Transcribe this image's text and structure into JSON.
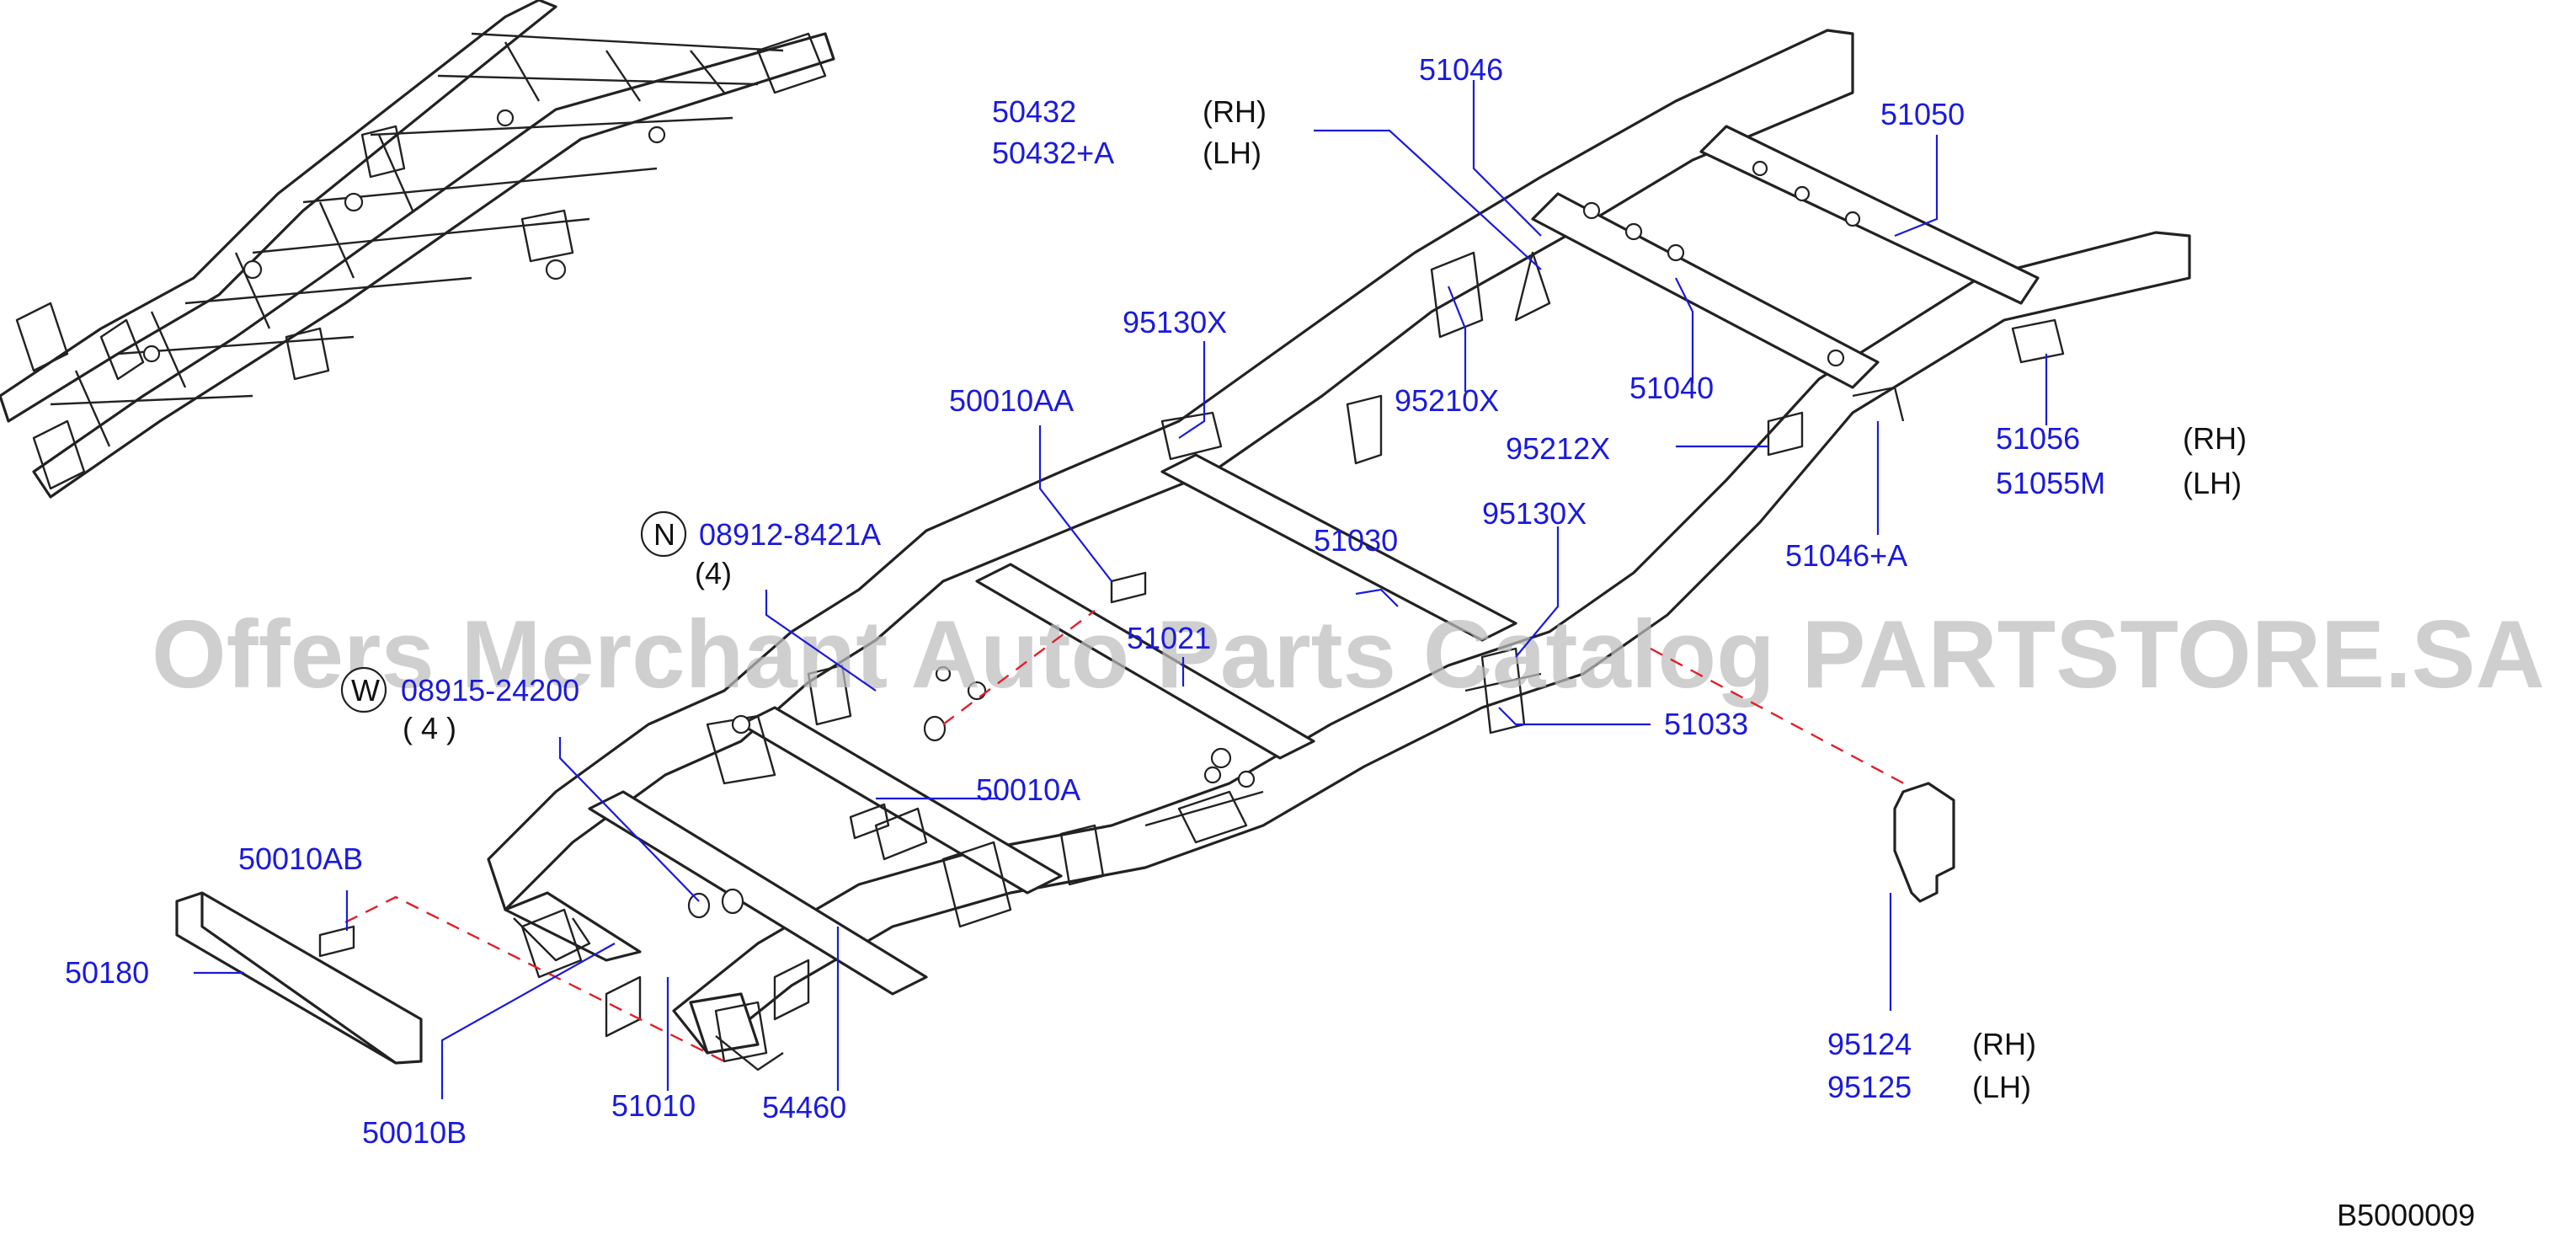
{
  "callouts": {
    "c50432": "50432",
    "c50432_rh": "(RH)",
    "c50432a": "50432+A",
    "c50432a_lh": "(LH)",
    "c51046": "51046",
    "c51050": "51050",
    "c95130x_a": "95130X",
    "c50010aa": "50010AA",
    "c95210x": "95210X",
    "c51040": "51040",
    "c95212x": "95212X",
    "c51056": "51056",
    "c51056_rh": "(RH)",
    "c51055m": "51055M",
    "c51055m_lh": "(LH)",
    "c08912": "08912-8421A",
    "c08912_sym": "N",
    "c08912_qty": "(4)",
    "c51030": "51030",
    "c95130x_b": "95130X",
    "c51046a": "51046+A",
    "c51021": "51021",
    "c51033": "51033",
    "c08915": "08915-24200",
    "c08915_sym": "W",
    "c08915_qty": "( 4 )",
    "c50010a": "50010A",
    "c50010ab": "50010AB",
    "c50180": "50180",
    "c50010b": "50010B",
    "c51010": "51010",
    "c54460": "54460",
    "c95124": "95124",
    "c95124_rh": "(RH)",
    "c95125": "95125",
    "c95125_lh": "(LH)"
  },
  "diagram_code": "B5000009",
  "watermark": "Offers Merchant Auto Parts Catalog PARTSTORE.SA",
  "colors": {
    "callout": "#1a1adc",
    "dashed_guide": "#e0202a",
    "linework": "#222222",
    "watermark": "#bdbdbd"
  }
}
